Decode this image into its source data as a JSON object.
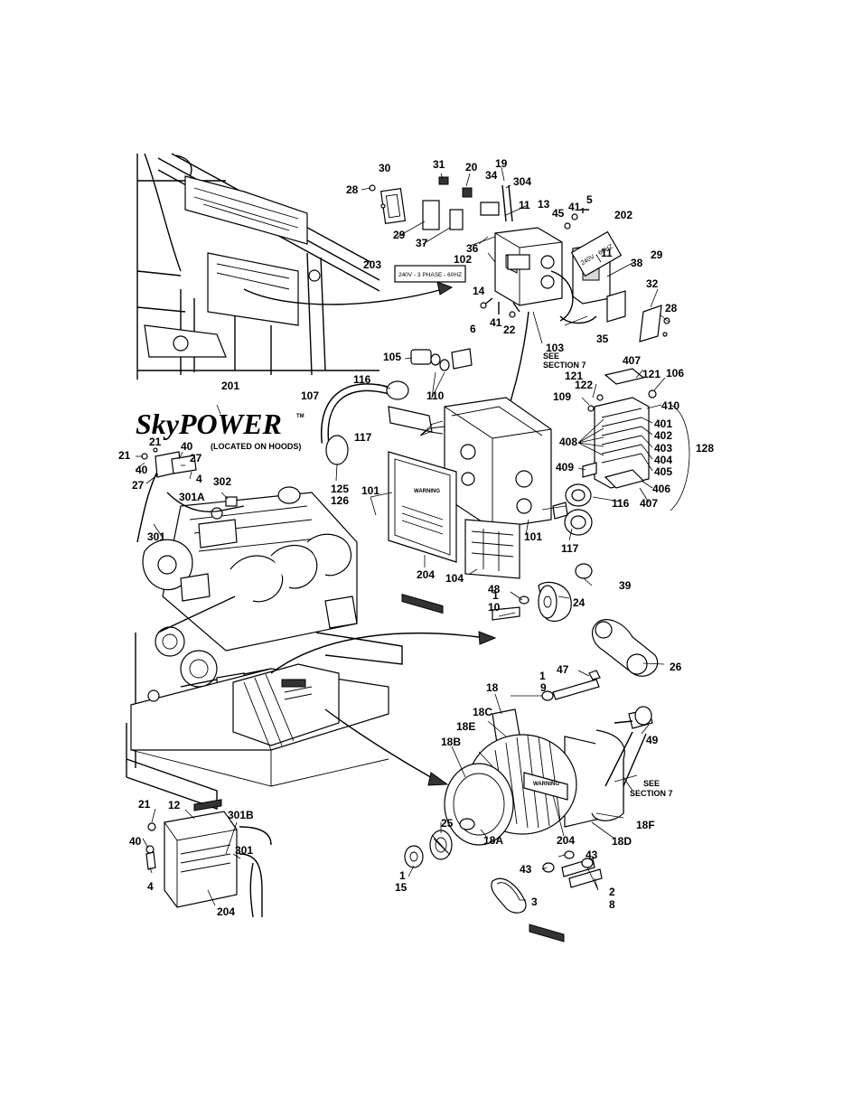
{
  "labels": {
    "l30": "30",
    "l31": "31",
    "l20": "20",
    "l19": "19",
    "l34": "34",
    "l304": "304",
    "l28a": "28",
    "l29a": "29",
    "l37": "37",
    "l36": "36",
    "l11a": "11",
    "l13": "13",
    "l45": "45",
    "l41a": "41",
    "l5": "5",
    "l202": "202",
    "l11b": "11",
    "l29b": "29",
    "l38": "38",
    "l32": "32",
    "l28b": "28",
    "l203": "203",
    "l102": "102",
    "l14": "14",
    "l6": "6",
    "l41b": "41",
    "l22": "22",
    "l35": "35",
    "l103": "103",
    "see1a": "SEE",
    "see1b": "SECTION 7",
    "l105": "105",
    "l116a": "116",
    "l110": "110",
    "l201": "201",
    "l107": "107",
    "l117a": "117",
    "l407a": "407",
    "l121a": "121",
    "l121b": "121",
    "l106": "106",
    "l122": "122",
    "l109": "109",
    "l410": "410",
    "l401": "401",
    "l402": "402",
    "l403": "403",
    "l404": "404",
    "l405": "405",
    "l406": "406",
    "l407b": "407",
    "l408": "408",
    "l409": "409",
    "l128": "128",
    "l21a": "21",
    "l21b": "21",
    "l40a": "40",
    "l40b": "40",
    "l27a": "27",
    "l27b": "27",
    "l4a": "4",
    "l302": "302",
    "l301A": "301A",
    "l125": "125",
    "l126": "126",
    "l301": "301",
    "l101a": "101",
    "l101b": "101",
    "l116b": "116",
    "l117b": "117",
    "l204a": "204",
    "l104": "104",
    "l1a": "1",
    "l10": "10",
    "l48": "48",
    "l24": "24",
    "l39": "39",
    "l26": "26",
    "l1b": "1",
    "l9": "9",
    "l47": "47",
    "l18": "18",
    "l18C": "18C",
    "l18E": "18E",
    "l18B": "18B",
    "l49": "49",
    "see2a": "SEE",
    "see2b": "SECTION 7",
    "l25": "25",
    "l18A": "18A",
    "l204b": "204",
    "l43a": "43",
    "l43b": "43",
    "l18F": "18F",
    "l18D": "18D",
    "l1c": "1",
    "l15": "15",
    "l2": "2",
    "l8": "8",
    "l3": "3",
    "l21c": "21",
    "l12": "12",
    "l301B": "301B",
    "l40c": "40",
    "l301c": "301",
    "l4b": "4",
    "l204c": "204"
  },
  "decals": {
    "plate203": "240V - 3 PHASE - 60HZ",
    "plate202": "240V - 60HZ",
    "logo": "SkyPOWER",
    "logo_tm": "TM",
    "logo_note": "(LOCATED ON HOODS)",
    "warning": "WARNING"
  }
}
